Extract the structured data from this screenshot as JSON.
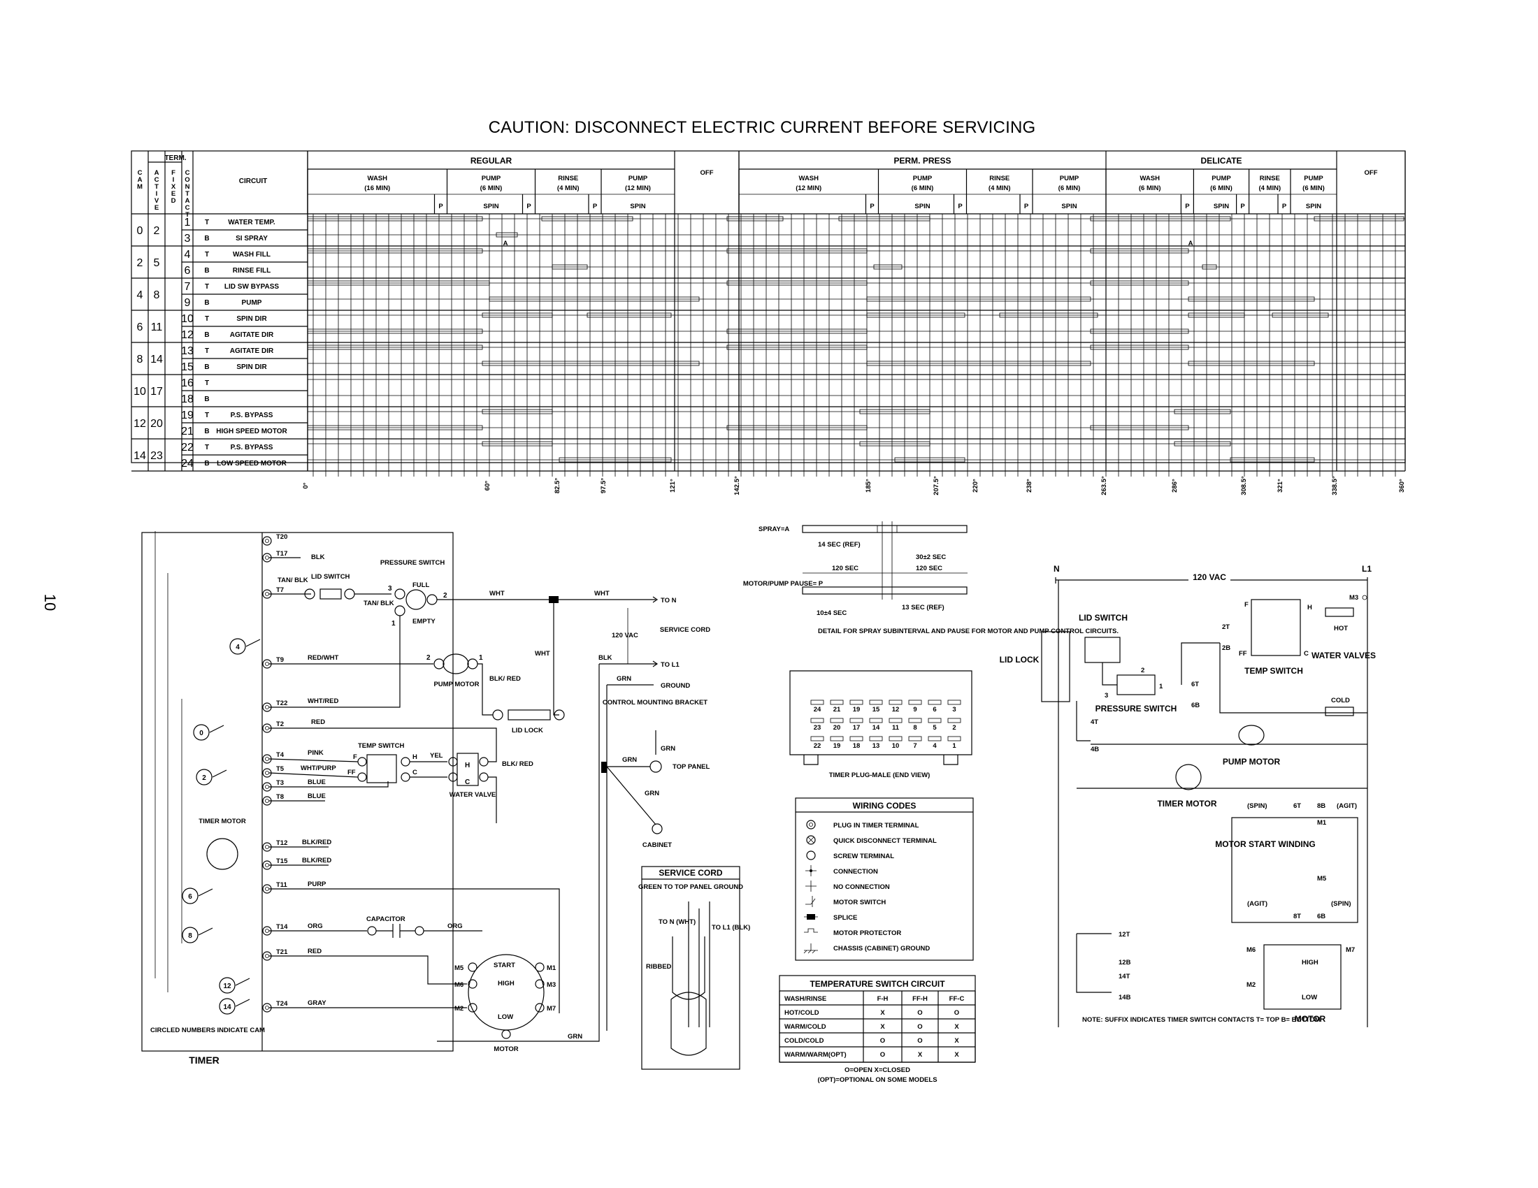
{
  "caution": "CAUTION: DISCONNECT ELECTRIC CURRENT BEFORE SERVICING",
  "page_number": "10",
  "table": {
    "hdr_cam": "CAM",
    "hdr_term": "TERM.",
    "hdr_active": "ACTIVE",
    "hdr_fixed": "FIXED",
    "hdr_contact": "CONTACT",
    "hdr_circuit": "CIRCUIT",
    "cycles": [
      {
        "name": "REGULAR",
        "off": "OFF",
        "wash": "WASH",
        "wash_min": "(16 MIN)",
        "pump1": "PUMP",
        "pump1_min": "(6 MIN)",
        "rinse": "RINSE",
        "rinse_min": "(4 MIN)",
        "pump2": "PUMP",
        "pump2_min": "(12 MIN)",
        "p": "P",
        "spin": "SPIN"
      },
      {
        "name": "PERM. PRESS",
        "off": "OFF",
        "wash": "WASH",
        "wash_min": "(12 MIN)",
        "pump1": "PUMP",
        "pump1_min": "(6 MIN)",
        "rinse": "RINSE",
        "rinse_min": "(4 MIN)",
        "pump2": "PUMP",
        "pump2_min": "(6 MIN)",
        "p": "P",
        "spin": "SPIN"
      },
      {
        "name": "DELICATE",
        "off": "OFF",
        "wash": "WASH",
        "wash_min": "(6 MIN)",
        "pump1": "PUMP",
        "pump1_min": "(6 MIN)",
        "rinse": "RINSE",
        "rinse_min": "(4 MIN)",
        "pump2": "PUMP",
        "pump2_min": "(6 MIN)",
        "p": "P",
        "spin": "SPIN"
      }
    ],
    "cams": [
      {
        "cam": "0",
        "active": "2",
        "rows": [
          {
            "fixed": "1",
            "contact": "T",
            "circuit": "WATER TEMP."
          },
          {
            "fixed": "3",
            "contact": "B",
            "circuit": "SI SPRAY"
          }
        ]
      },
      {
        "cam": "2",
        "active": "5",
        "rows": [
          {
            "fixed": "4",
            "contact": "T",
            "circuit": "WASH FILL"
          },
          {
            "fixed": "6",
            "contact": "B",
            "circuit": "RINSE FILL"
          }
        ]
      },
      {
        "cam": "4",
        "active": "8",
        "rows": [
          {
            "fixed": "7",
            "contact": "T",
            "circuit": "LID SW BYPASS"
          },
          {
            "fixed": "9",
            "contact": "B",
            "circuit": "PUMP"
          }
        ]
      },
      {
        "cam": "6",
        "active": "11",
        "rows": [
          {
            "fixed": "10",
            "contact": "T",
            "circuit": "SPIN DIR"
          },
          {
            "fixed": "12",
            "contact": "B",
            "circuit": "AGITATE DIR"
          }
        ]
      },
      {
        "cam": "8",
        "active": "14",
        "rows": [
          {
            "fixed": "13",
            "contact": "T",
            "circuit": "AGITATE DIR"
          },
          {
            "fixed": "15",
            "contact": "B",
            "circuit": "SPIN DIR"
          }
        ]
      },
      {
        "cam": "10",
        "active": "17",
        "rows": [
          {
            "fixed": "16",
            "contact": "T",
            "circuit": ""
          },
          {
            "fixed": "18",
            "contact": "B",
            "circuit": ""
          }
        ]
      },
      {
        "cam": "12",
        "active": "20",
        "rows": [
          {
            "fixed": "19",
            "contact": "T",
            "circuit": "P.S. BYPASS"
          },
          {
            "fixed": "21",
            "contact": "B",
            "circuit": "HIGH SPEED MOTOR"
          }
        ]
      },
      {
        "cam": "14",
        "active": "23",
        "rows": [
          {
            "fixed": "22",
            "contact": "T",
            "circuit": "P.S. BYPASS"
          },
          {
            "fixed": "24",
            "contact": "B",
            "circuit": "LOW SPEED MOTOR"
          }
        ]
      }
    ],
    "spray_marker": "A",
    "degrees": [
      "0°",
      "60°",
      "82.5°",
      "97.5°",
      "121°",
      "142.5°",
      "185°",
      "207.5°",
      "220°",
      "238°",
      "263.5°",
      "286°",
      "308.5°",
      "321°",
      "338.5°",
      "360°"
    ]
  },
  "timer_diagram": {
    "terminals": [
      "T20",
      "T17",
      "T7",
      "T9",
      "T22",
      "T2",
      "T4",
      "T5",
      "T3",
      "T8",
      "T12",
      "T15",
      "T11",
      "T14",
      "T21",
      "T24"
    ],
    "tan_blk": "TAN/ BLK",
    "lid_switch": "LID SWITCH",
    "pressure_switch": "PRESSURE SWITCH",
    "full": "FULL",
    "empty": "EMPTY",
    "ps_3": "3",
    "ps_1": "1",
    "ps_2": "2",
    "tan_blk2": "TAN/ BLK",
    "blk": "BLK",
    "wht": "WHT",
    "wht2": "WHT",
    "wht3": "WHT",
    "to_n": "TO N",
    "to_l1": "TO L1",
    "ground": "GROUND",
    "v120": "120 VAC",
    "service_cord_lbl": "SERVICE CORD",
    "blk2": "BLK",
    "grn": "GRN",
    "red_wht": "RED/WHT",
    "pump_motor": "PUMP MOTOR",
    "pm_2": "2",
    "pm_1": "1",
    "blk_red": "BLK/ RED",
    "wht_red": "WHT/RED",
    "red": "RED",
    "lid_lock": "LID LOCK",
    "control_bracket": "CONTROL MOUNTING BRACKET",
    "grn2": "GRN",
    "grn3": "GRN",
    "top_panel": "TOP PANEL",
    "grn4": "GRN",
    "cabinet": "CABINET",
    "temp_switch": "TEMP SWITCH",
    "pink": "PINK",
    "wht_purp": "WHT/PURP",
    "blue": "BLUE",
    "blue2": "BLUE",
    "f": "F",
    "ff": "FF",
    "h": "H",
    "c": "C",
    "yel": "YEL",
    "wv_h": "H",
    "wv_c": "C",
    "blk_red2": "BLK/ RED",
    "water_valve": "WATER VALVE",
    "timer_motor": "TIMER MOTOR",
    "blk_red3": "BLK/RED",
    "blk_red4": "BLK/RED",
    "purp": "PURP",
    "org": "ORG",
    "org2": "ORG",
    "capacitor": "CAPACITOR",
    "red2": "RED",
    "gray": "GRAY",
    "m5": "M5",
    "m6": "M6",
    "m2": "M2",
    "m1": "M1",
    "m3": "M3",
    "m7": "M7",
    "start": "START",
    "high": "HIGH",
    "low": "LOW",
    "motor": "MOTOR",
    "grn5": "GRN",
    "cams": [
      "4",
      "0",
      "2",
      "6",
      "8",
      "12",
      "14"
    ],
    "note": "CIRCLED NUMBERS INDICATE CAM",
    "timer": "TIMER"
  },
  "detail": {
    "spray": "SPRAY=A",
    "sec14": "14 SEC (REF)",
    "sec30": "30±2 SEC",
    "sec120a": "120 SEC",
    "sec120b": "120 SEC",
    "motor_pump": "MOTOR/PUMP PAUSE= P",
    "sec13": "13 SEC (REF)",
    "sec10": "10±4 SEC",
    "caption": "DETAIL FOR SPRAY SUBINTERVAL AND PAUSE FOR MOTOR AND PUMP CONTROL CIRCUITS.",
    "plug_top": [
      "24",
      "21",
      "19",
      "15",
      "12",
      "9",
      "6",
      "3"
    ],
    "plug_bot": [
      "23",
      "20",
      "17",
      "14",
      "11",
      "8",
      "5",
      "2"
    ],
    "plug_bot2": [
      "22",
      "19",
      "18",
      "13",
      "10",
      "7",
      "4",
      "1"
    ],
    "plug_caption": "TIMER PLUG-MALE (END VIEW)"
  },
  "wiring_codes": {
    "title": "WIRING CODES",
    "items": [
      {
        "icon": "plug-in-terminal-icon",
        "label": "PLUG IN TIMER TERMINAL"
      },
      {
        "icon": "quick-disconnect-icon",
        "label": "QUICK DISCONNECT TERMINAL"
      },
      {
        "icon": "screw-terminal-icon",
        "label": "SCREW TERMINAL"
      },
      {
        "icon": "connection-icon",
        "label": "CONNECTION"
      },
      {
        "icon": "no-connection-icon",
        "label": "NO CONNECTION"
      },
      {
        "icon": "motor-switch-icon",
        "label": "MOTOR SWITCH"
      },
      {
        "icon": "splice-icon",
        "label": "SPLICE"
      },
      {
        "icon": "motor-protector-icon",
        "label": "MOTOR PROTECTOR"
      },
      {
        "icon": "chassis-ground-icon",
        "label": "CHASSIS (CABINET) GROUND"
      }
    ]
  },
  "service_cord": {
    "title": "SERVICE CORD",
    "green": "GREEN TO TOP PANEL GROUND",
    "to_n": "TO N (WHT)",
    "to_l1": "TO L1 (BLK)",
    "ribbed": "RIBBED"
  },
  "temp_table": {
    "title": "TEMPERATURE SWITCH CIRCUIT",
    "headers": [
      "WASH/RINSE",
      "F-H",
      "FF-H",
      "FF-C"
    ],
    "rows": [
      [
        "HOT/COLD",
        "X",
        "O",
        "O"
      ],
      [
        "WARM/COLD",
        "X",
        "O",
        "X"
      ],
      [
        "COLD/COLD",
        "O",
        "O",
        "X"
      ],
      [
        "WARM/WARM(OPT)",
        "O",
        "X",
        "X"
      ]
    ],
    "legend1": "O=OPEN     X=CLOSED",
    "legend2": "(OPT)=OPTIONAL ON SOME MODELS"
  },
  "ladder": {
    "n": "N",
    "l1": "L1",
    "vac": "120 VAC",
    "m3": "M3",
    "lid_lock": "LID LOCK",
    "lid_switch": "LID SWITCH",
    "pressure_switch": "PRESSURE SWITCH",
    "ps_2": "2",
    "ps_3": "3",
    "ps_1": "1",
    "t4": "4T",
    "b4": "4B",
    "t6": "6T",
    "b6": "6B",
    "t2": "2T",
    "b2": "2B",
    "f": "F",
    "ff": "FF",
    "h": "H",
    "c": "C",
    "temp_switch": "TEMP SWITCH",
    "hot": "HOT",
    "cold": "COLD",
    "water_valves": "WATER VALVES",
    "pump_motor": "PUMP MOTOR",
    "timer_motor": "TIMER MOTOR",
    "spin": "(SPIN)",
    "agit": "(AGIT)",
    "agit2": "(AGIT)",
    "spin2": "(SPIN)",
    "t6b": "6T",
    "b8": "8B",
    "t8": "8T",
    "b6b": "6B",
    "m1": "M1",
    "m5": "M5",
    "msw": "MOTOR START WINDING",
    "t12": "12T",
    "b12": "12B",
    "t14": "14T",
    "b14": "14B",
    "m6": "M6",
    "m7": "M7",
    "m2": "M2",
    "high": "HIGH",
    "low": "LOW",
    "motor": "MOTOR",
    "note": "NOTE: SUFFIX INDICATES TIMER SWITCH CONTACTS T= TOP B= BOTTOM"
  }
}
